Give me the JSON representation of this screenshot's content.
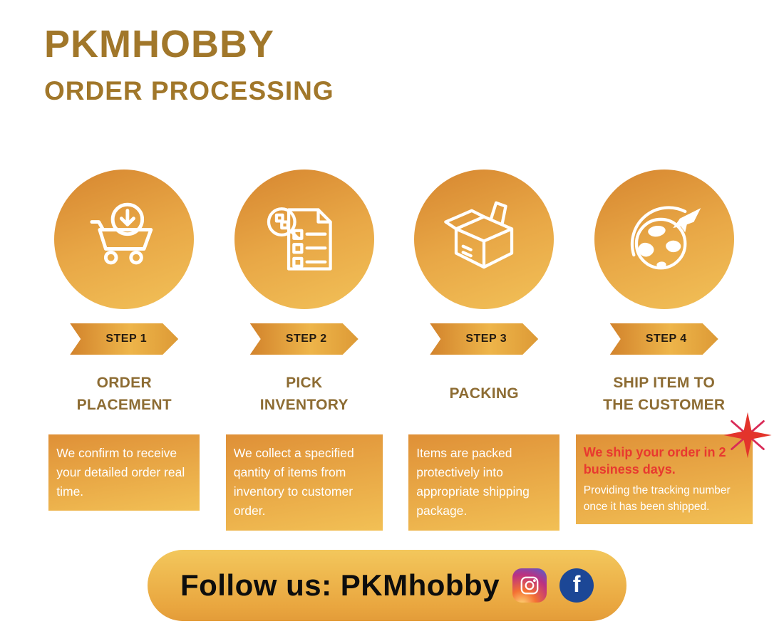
{
  "header": {
    "brand": "PKMHOBBY",
    "subtitle": "ORDER PROCESSING"
  },
  "steps": [
    {
      "badge": "STEP 1",
      "title": "ORDER PLACEMENT",
      "description": "We confirm to receive your detailed order real time.",
      "icon": "cart-download-icon"
    },
    {
      "badge": "STEP 2",
      "title": "PICK INVENTORY",
      "description": "We collect a specified qantity of items from inventory to customer order.",
      "icon": "pick-inventory-icon"
    },
    {
      "badge": "STEP 3",
      "title": "PACKING",
      "description": "Items are packed protectively into appropriate shipping package.",
      "icon": "packing-box-icon"
    },
    {
      "badge": "STEP 4",
      "title": "SHIP ITEM TO THE CUSTOMER",
      "highlight": "We ship your order in 2 business days.",
      "description": "Providing the tracking number once it has been shipped.",
      "icon": "globe-plane-icon"
    }
  ],
  "footer": {
    "label": "Follow us: PKMhobby",
    "facebook_glyph": "f",
    "icons": [
      "instagram-icon",
      "facebook-icon"
    ]
  },
  "colors": {
    "gold_dark": "#d98b33",
    "gold_light": "#f2c158",
    "brand_text": "#a1772a",
    "step_title_text": "#8d6c33",
    "highlight_red": "#e8392f",
    "facebook_blue": "#1c4796",
    "starburst_red": "#e3342b"
  }
}
